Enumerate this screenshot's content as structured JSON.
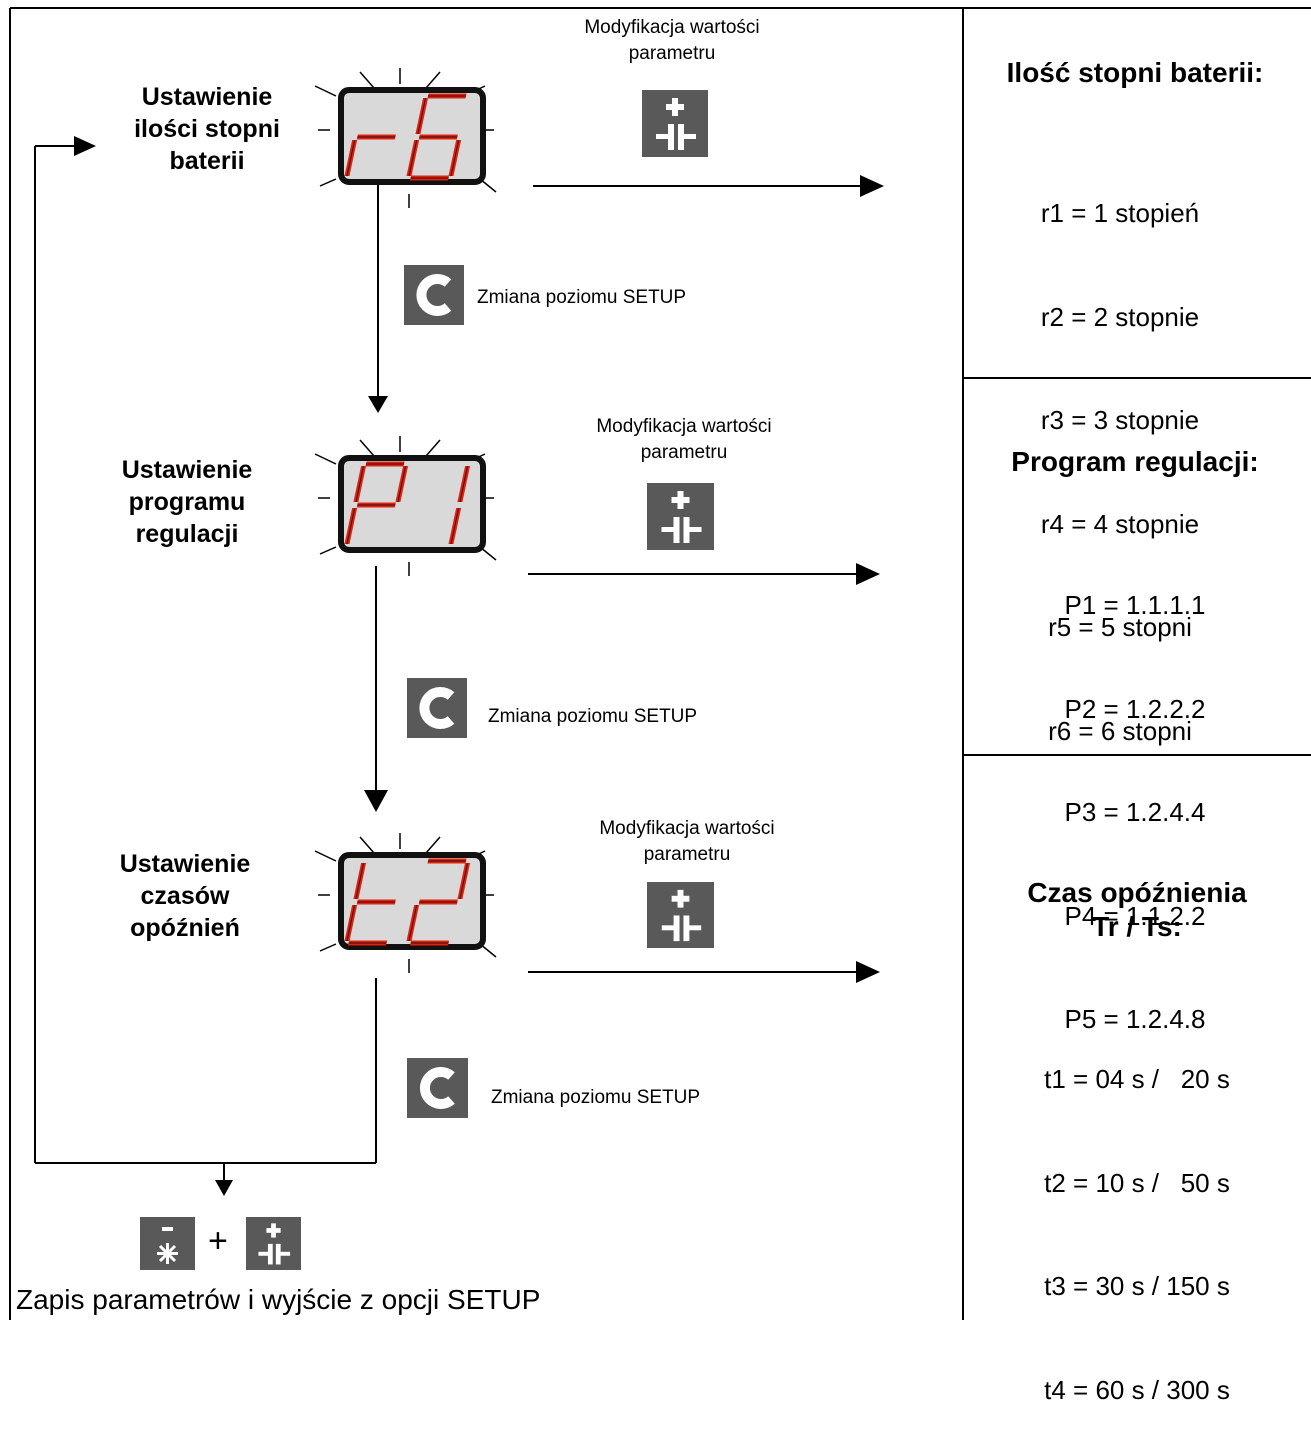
{
  "steps": [
    {
      "title": [
        "Ustawienie",
        "ilości stopni",
        "baterii"
      ],
      "display": "r6",
      "modify_label": [
        "Modyfikacja wartości",
        "parametru"
      ],
      "change_label": "Zmiana poziomu SETUP"
    },
    {
      "title": [
        "Ustawienie",
        "programu",
        "regulacji"
      ],
      "display": "P1",
      "modify_label": [
        "Modyfikacja wartości",
        "parametru"
      ],
      "change_label": "Zmiana poziomu SETUP"
    },
    {
      "title": [
        "Ustawienie",
        "czasów",
        "opóźnień"
      ],
      "display": "t2",
      "modify_label": [
        "Modyfikacja wartości",
        "parametru"
      ],
      "change_label": "Zmiana poziomu SETUP"
    }
  ],
  "panels": [
    {
      "title": "Ilość stopni baterii:",
      "items": [
        "r1 = 1 stopień",
        "r2 = 2 stopnie",
        "r3 = 3 stopnie",
        "r4 = 4 stopnie",
        "r5 = 5 stopni",
        "r6 = 6 stopni"
      ]
    },
    {
      "title": "Program regulacji:",
      "items": [
        "P1 = 1.1.1.1",
        "P2 = 1.2.2.2",
        "P3 = 1.2.4.4",
        "P4 = 1.1.2.2",
        "P5 = 1.2.4.8"
      ]
    },
    {
      "title_lines": [
        "Czas opóźnienia",
        "Tr / Ts:"
      ],
      "items": [
        "t1 = 04 s /   20 s",
        "t2 = 10 s /   50 s",
        "t3 = 30 s / 150 s",
        "t4 = 60 s / 300 s"
      ]
    }
  ],
  "buttons": {
    "plus_key": {
      "symbol": "+",
      "icon": "capacitor-icon"
    },
    "minus_key": {
      "symbol": "-",
      "icon": "disconnect-icon"
    },
    "c_key": {
      "symbol": "C"
    },
    "combo_plus_sign": "+"
  },
  "footer": "Zapis parametrów i wyjście z opcji SETUP",
  "colors": {
    "segment_red": "#dd2211",
    "display_bg": "#d9d9d9",
    "button_gray": "#595959"
  }
}
